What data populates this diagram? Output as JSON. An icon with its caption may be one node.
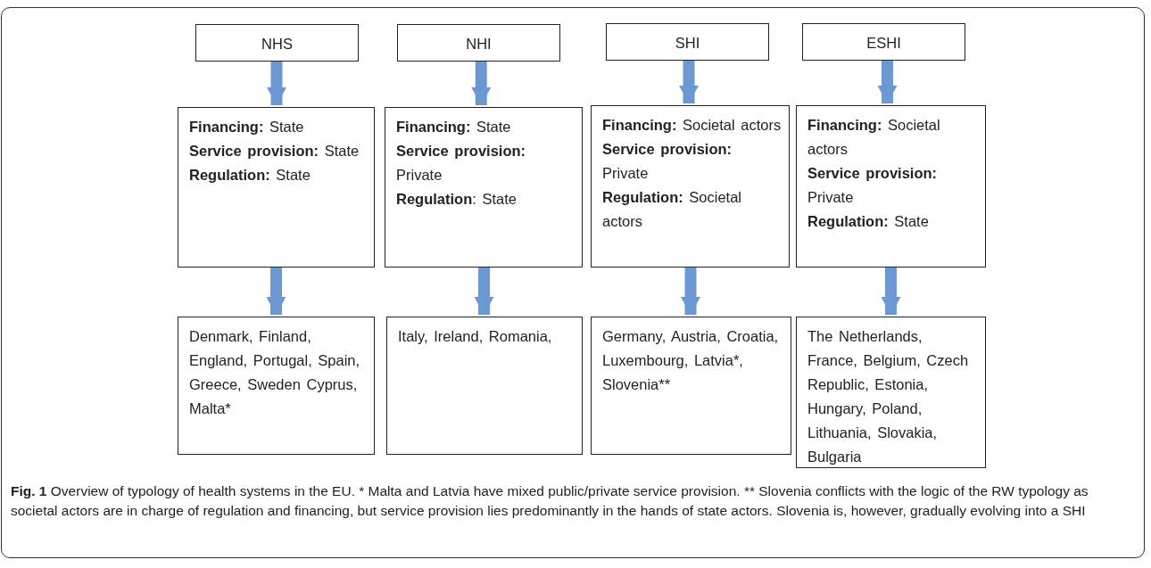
{
  "diagram": {
    "caption": "**Fig. 1** Overview of typology of health systems in the EU. * Malta and Latvia have mixed public/private service provision. ** Slovenia conflicts with the logic of the RW typology as societal actors are in charge of regulation and financing, but service provision lies predominantly in the hands of state actors. Slovenia is, however, gradually evolving into a SHI",
    "nodes": [
      {
        "text": [
          "NHS"
        ]
      },
      {
        "text": [
          "NHI"
        ]
      },
      {
        "text": [
          "SHI"
        ]
      },
      {
        "text": [
          "ESHI"
        ]
      },
      {
        "text": [
          "**Financing:** State",
          "**Service provision:** State",
          "**Regulation:** State"
        ]
      },
      {
        "text": [
          "**Financing:** State",
          "**Service provision:** Private",
          "**Regulation**: State"
        ]
      },
      {
        "text": [
          "**Financing:** Societal actors",
          "**Service provision:** Private",
          "**Regulation:** Societal actors"
        ]
      },
      {
        "text": [
          "**Financing:** Societal actors",
          "**Service provision:** Private",
          "**Regulation:** State"
        ]
      },
      {
        "text": [
          "Denmark, Finland, England, Portugal, Spain, Greece, Sweden Cyprus, Malta*"
        ]
      },
      {
        "text": [
          "Italy, Ireland, Romania,"
        ]
      },
      {
        "text": [
          "Germany, Austria, Croatia, Luxembourg, Latvia*, Slovenia**"
        ]
      },
      {
        "text": [
          "The Netherlands, France, Belgium, Czech Republic, Estonia, Hungary, Poland, Lithuania, Slovakia, Bulgaria"
        ]
      }
    ],
    "edges": [
      {
        "from": 0,
        "to": 4,
        "arrow": "to"
      },
      {
        "from": 1,
        "to": 5,
        "arrow": "to"
      },
      {
        "from": 2,
        "to": 6,
        "arrow": "to"
      },
      {
        "from": 3,
        "to": 7,
        "arrow": "to"
      },
      {
        "from": 4,
        "to": 8,
        "arrow": "to"
      },
      {
        "from": 5,
        "to": 9,
        "arrow": "to"
      },
      {
        "from": 6,
        "to": 10,
        "arrow": "to"
      },
      {
        "from": 7,
        "to": 11,
        "arrow": "to"
      }
    ]
  }
}
